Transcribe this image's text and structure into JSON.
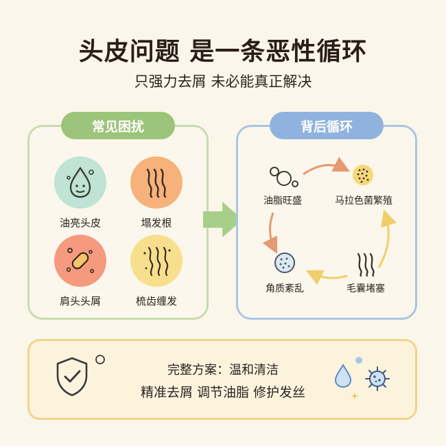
{
  "header": {
    "title": "头皮问题 是一条恶性循环",
    "subtitle": "只强力去屑 未必能真正解决"
  },
  "left_panel": {
    "label": "常见困扰",
    "items": [
      {
        "label": "油亮头皮",
        "icon": "oil-drop-icon",
        "color": "#bfe3d4"
      },
      {
        "label": "塌发根",
        "icon": "flat-hair-icon",
        "color": "#f6b27a"
      },
      {
        "label": "肩头头屑",
        "icon": "dandruff-icon",
        "color": "#f59a7e"
      },
      {
        "label": "梳齿缠发",
        "icon": "tangled-hair-icon",
        "color": "#f7df8e"
      }
    ]
  },
  "right_panel": {
    "label": "背后循环",
    "steps": [
      {
        "label": "油脂旺盛",
        "icon": "oil-bubbles-icon"
      },
      {
        "label": "马拉色菌繁殖",
        "icon": "fungus-icon"
      },
      {
        "label": "毛囊堵塞",
        "icon": "follicle-icon"
      },
      {
        "label": "角质紊乱",
        "icon": "keratin-icon"
      }
    ]
  },
  "footer": {
    "line1": "完整方案：温和清洁",
    "line2": "精准去屑 调节油脂 修护发丝",
    "icons": [
      "shield-check-icon",
      "water-drop-icon",
      "microbe-icon"
    ]
  },
  "colors": {
    "background": "#fbf6ea",
    "left_accent": "#9cc47a",
    "right_accent": "#8fb3de",
    "footer_border": "#f0d48a",
    "arrow_green": "#a8cf8a"
  }
}
